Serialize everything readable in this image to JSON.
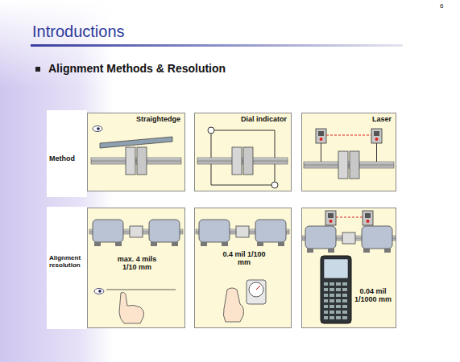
{
  "diagram": {
    "title": "Introductions",
    "nodes": [
      {
        "text": [
          "Straightedge"
        ]
      },
      {
        "text": [
          "Dial indicator"
        ]
      },
      {
        "text": [
          "Laser"
        ]
      },
      {
        "text": [
          "max. 4 mils 1/10 mm"
        ]
      },
      {
        "text": [
          "0.4 mil 1/100 mm"
        ]
      },
      {
        "text": [
          "0.04 mil 1/1000 mm"
        ]
      }
    ],
    "labels": [
      "6",
      "Alignment Methods & Resolution",
      "Method",
      "Alignment resolution"
    ]
  }
}
